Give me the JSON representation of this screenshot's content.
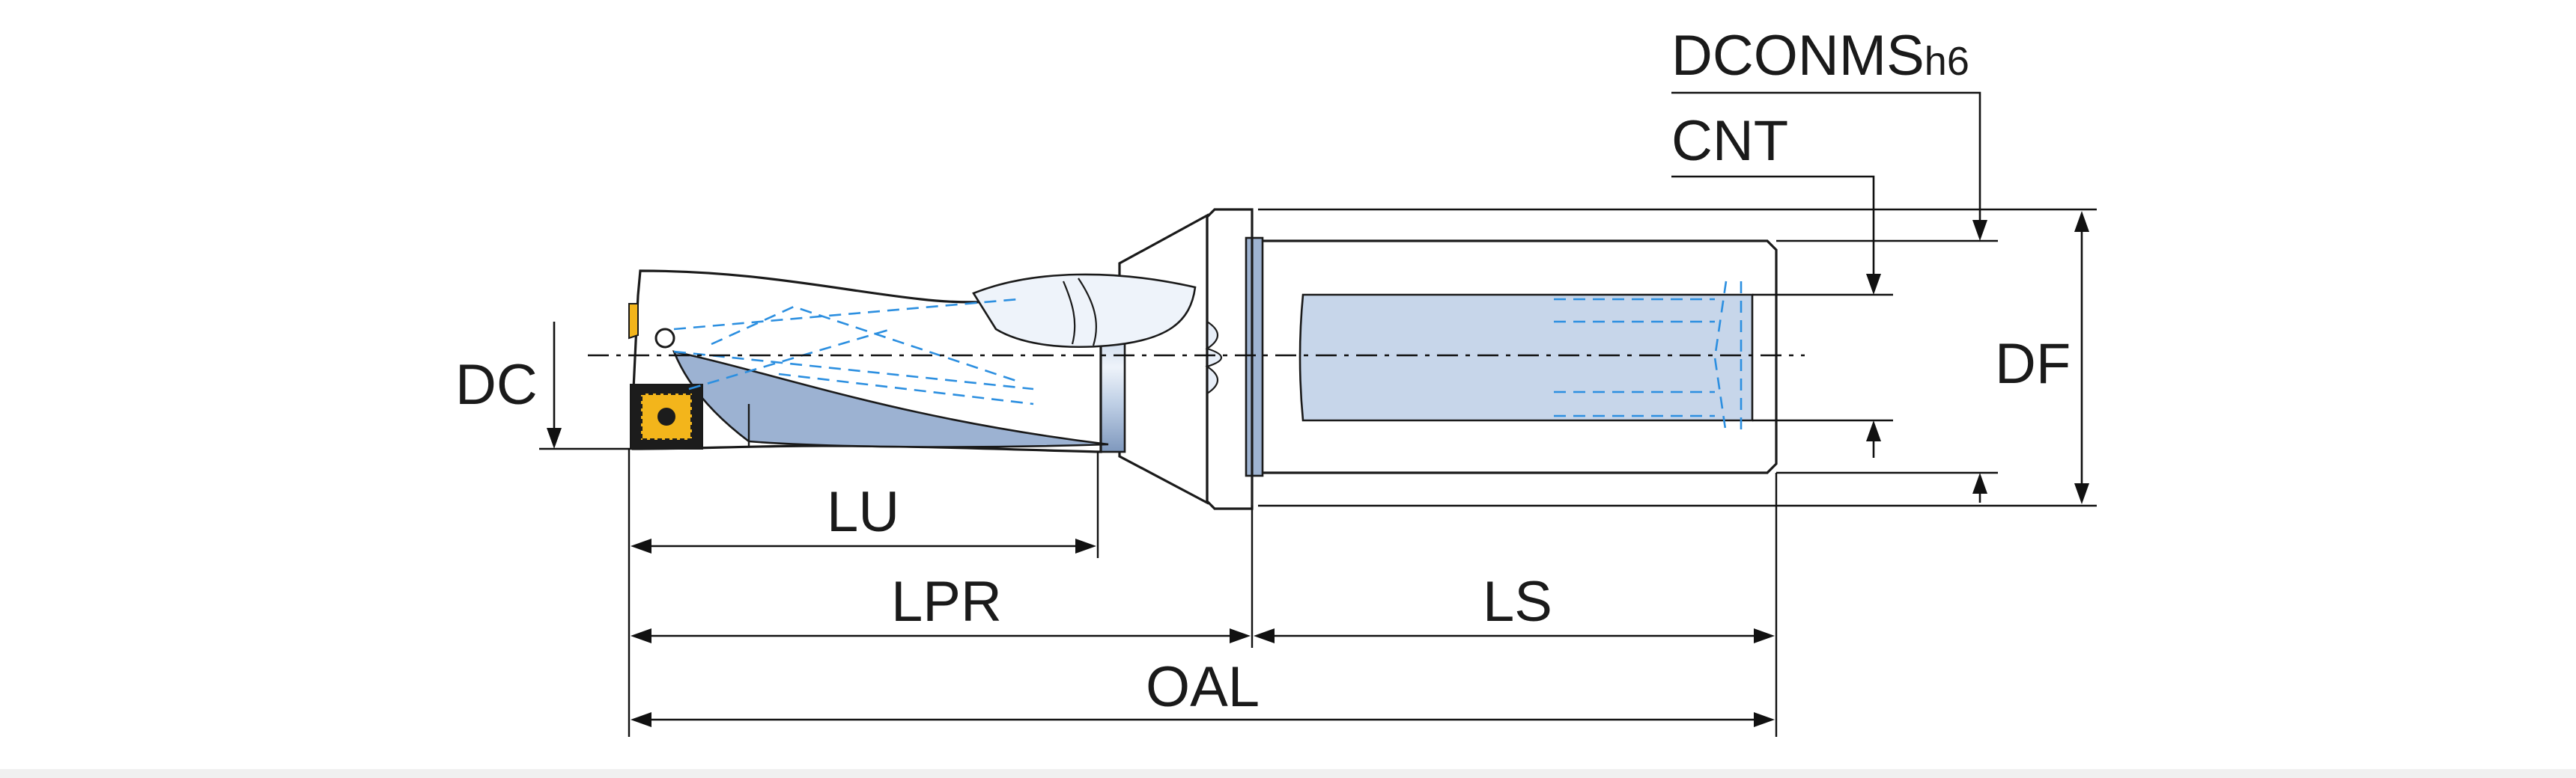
{
  "diagram": {
    "dimensions": {
      "dconms": "DCONMS",
      "dconms_tol": "h6",
      "cnt": "CNT",
      "dc": "DC",
      "df": "DF",
      "lu": "LU",
      "lpr": "LPR",
      "ls": "LS",
      "oal": "OAL"
    },
    "colors": {
      "body_light": "#dbe5f1",
      "body_mid": "#a9bdd8",
      "body_dark": "#7f98bd",
      "hidden_line": "#2c8fe0",
      "insert": "#f3b51b",
      "insert_dark": "#1c1c1c"
    }
  }
}
